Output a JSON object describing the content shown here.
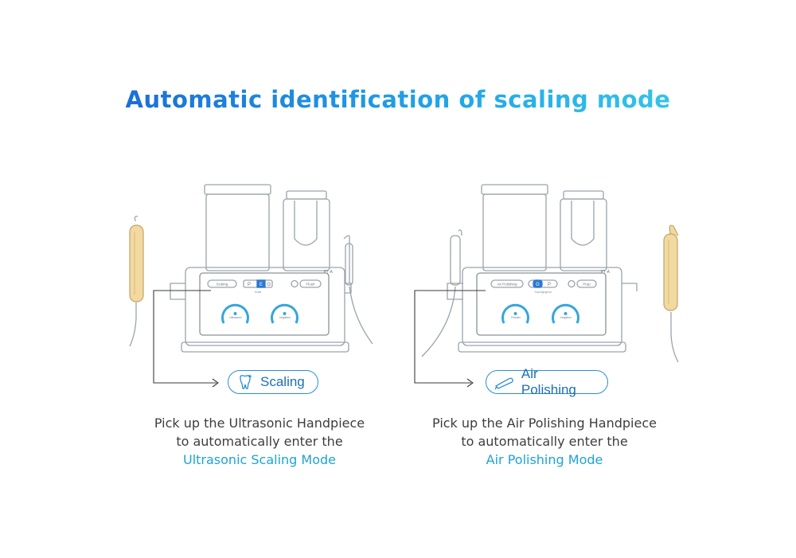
{
  "title": "Automatic identification of scaling mode",
  "colors": {
    "accent": "#1d8fd6",
    "highlight": "#1ea3d6",
    "handpiece": "#f2d9a0",
    "line": "#9aa3ab"
  },
  "left": {
    "device": {
      "brand": "PT-A",
      "mode_chip": "Scaling",
      "tabs": [
        "P",
        "E",
        "G"
      ],
      "active_tab": "E",
      "right_chip": "Flush",
      "sub_label": "Scale",
      "dial_1": "Ultrasonic",
      "dial_2": "Irrigation"
    },
    "badge_icon": "tooth-icon",
    "badge_label": "Scaling",
    "caption_line1": "Pick up the Ultrasonic Handpiece",
    "caption_line2": "to automatically enter the",
    "caption_highlight": "Ultrasonic Scaling Mode"
  },
  "right": {
    "device": {
      "brand": "PT-A",
      "mode_chip": "Air Polishing",
      "tabs": [
        "G",
        "P"
      ],
      "active_tab": "G",
      "right_chip": "Prep",
      "sub_label": "Supragingival",
      "dial_1": "Powder",
      "dial_2": "Irrigation"
    },
    "badge_icon": "polishing-handpiece-icon",
    "badge_label": "Air Polishing",
    "caption_line1": "Pick up the Air Polishing Handpiece",
    "caption_line2": "to automatically enter the",
    "caption_highlight": "Air Polishing Mode"
  }
}
